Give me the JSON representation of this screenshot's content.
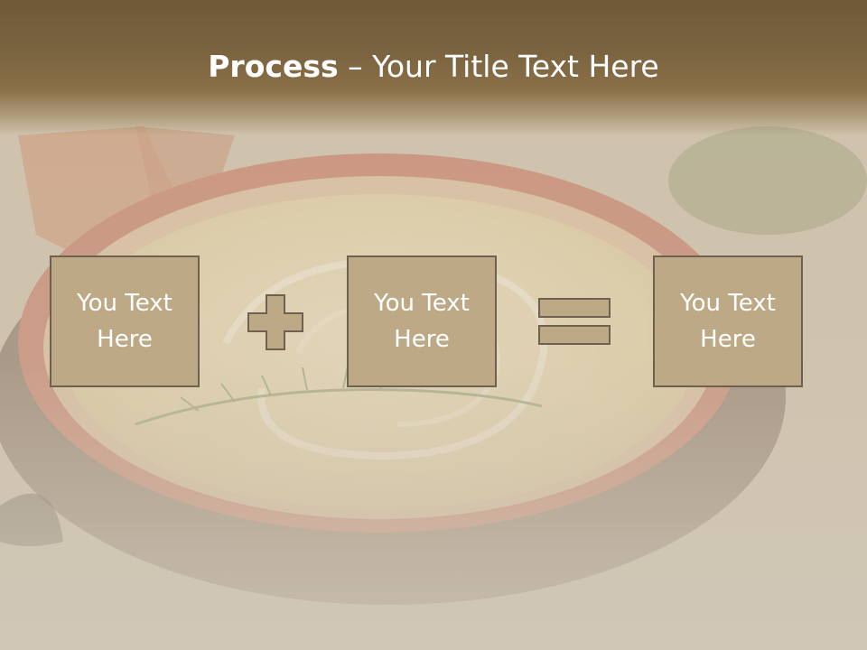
{
  "slide": {
    "title_bold": "Process",
    "title_rest": " – Your Title Text Here",
    "boxes": [
      "You Text\nHere",
      "You Text\nHere",
      "You Text\nHere"
    ]
  },
  "icons": {
    "operator_1": "plus-icon",
    "operator_2": "equals-icon"
  },
  "colors": {
    "header": "#7b6440",
    "box_fill": "#bda985",
    "box_border": "#6e6150",
    "text": "#ffffff"
  }
}
